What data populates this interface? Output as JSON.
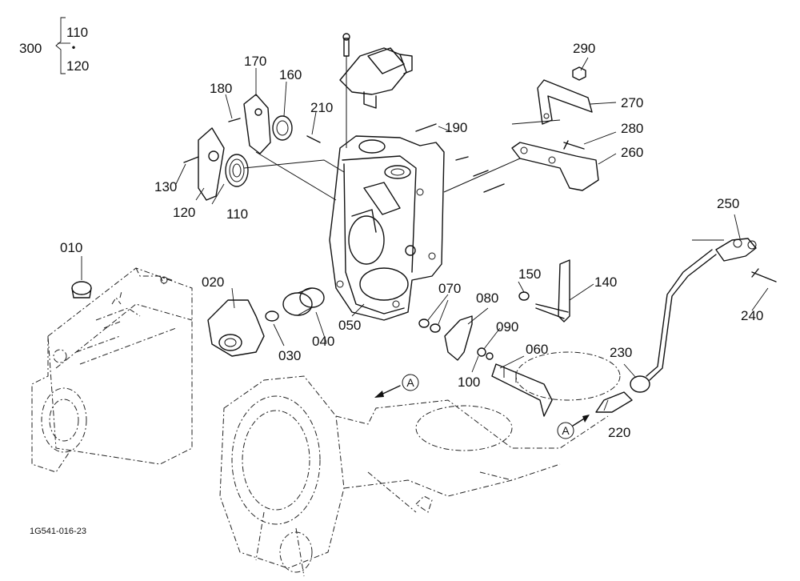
{
  "figure_code": "1G541-016-23",
  "section_marker": "A",
  "assembly": {
    "number": "300",
    "range_from": "110",
    "separator": "・",
    "range_to": "120"
  },
  "parts": {
    "p010": "010",
    "p020": "020",
    "p030": "030",
    "p040": "040",
    "p050": "050",
    "p060": "060",
    "p070": "070",
    "p080": "080",
    "p090": "090",
    "p100": "100",
    "p110": "110",
    "p120": "120",
    "p130": "130",
    "p140": "140",
    "p150": "150",
    "p160": "160",
    "p170": "170",
    "p180": "180",
    "p190": "190",
    "p210": "210",
    "p220": "220",
    "p230": "230",
    "p240": "240",
    "p250": "250",
    "p260": "260",
    "p270": "270",
    "p280": "280",
    "p290": "290"
  }
}
